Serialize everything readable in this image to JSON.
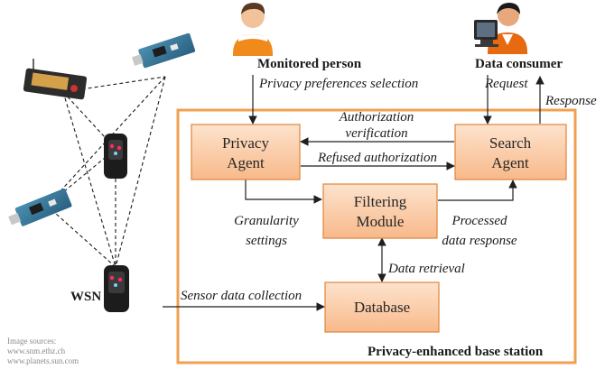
{
  "actors": {
    "monitored_person": "Monitored person",
    "data_consumer": "Data consumer",
    "wsn": "WSN"
  },
  "station_title": "Privacy-enhanced base station",
  "boxes": {
    "privacy_agent": [
      "Privacy",
      "Agent"
    ],
    "search_agent": [
      "Search",
      "Agent"
    ],
    "filtering_module": [
      "Filtering",
      "Module"
    ],
    "database": "Database"
  },
  "flows": {
    "privacy_preferences": "Privacy preferences selection",
    "request": "Request",
    "response": "Response",
    "authorization_verification": [
      "Authorization",
      "verification"
    ],
    "refused_authorization": "Refused authorization",
    "granularity_settings": [
      "Granularity",
      "settings"
    ],
    "processed_data_response": [
      "Processed",
      "data response"
    ],
    "data_retrieval": "Data retrieval",
    "sensor_data_collection": "Sensor data collection"
  },
  "image_sources": [
    "Image sources:",
    "www.snm.ethz.ch",
    "www.planets.sun.com"
  ],
  "colors": {
    "station_border": "#f0a050",
    "box_fill_top": "#fde3cd",
    "box_fill_bottom": "#f8b98a",
    "box_stroke": "#e0843a"
  }
}
